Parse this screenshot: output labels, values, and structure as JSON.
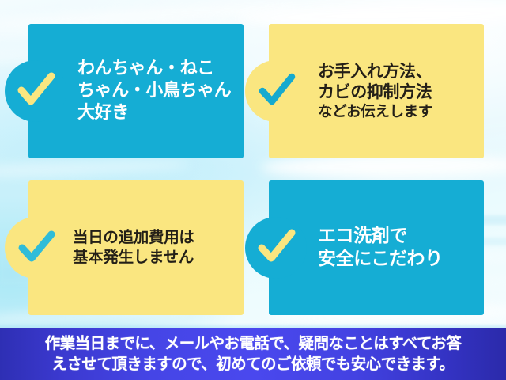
{
  "slide": {
    "background_color": "#ddf5fc",
    "accent_blue": "#15add4",
    "accent_yellow": "#fae680",
    "caption_blue": "#4a48ee"
  },
  "cards": [
    {
      "id": "card-1",
      "theme": "blue",
      "check_icon": "check-icon",
      "check_color": "#fae680",
      "lines": [
        "わんちゃん・ねこ",
        "ちゃん・小鳥ちゃん",
        "大好き"
      ]
    },
    {
      "id": "card-2",
      "theme": "yellow",
      "check_icon": "check-icon",
      "check_color": "#15aacf",
      "lines": [
        "お手入れ方法、",
        "カビの抑制方法",
        "などお伝えします"
      ]
    },
    {
      "id": "card-3",
      "theme": "yellow",
      "check_icon": "check-icon",
      "check_color": "#2fbcd8",
      "lines": [
        "当日の追加費用は",
        "基本発生しません"
      ]
    },
    {
      "id": "card-4",
      "theme": "blue",
      "check_icon": "check-icon",
      "check_color": "#fae680",
      "lines": [
        "エコ洗剤で",
        "安全にこだわり"
      ]
    }
  ],
  "caption": {
    "lines": [
      "作業当日までに、メールやお電話で、疑問なことはすべてお答",
      "えさせて頂きますので、初めてのご依頼でも安心できます。"
    ]
  }
}
